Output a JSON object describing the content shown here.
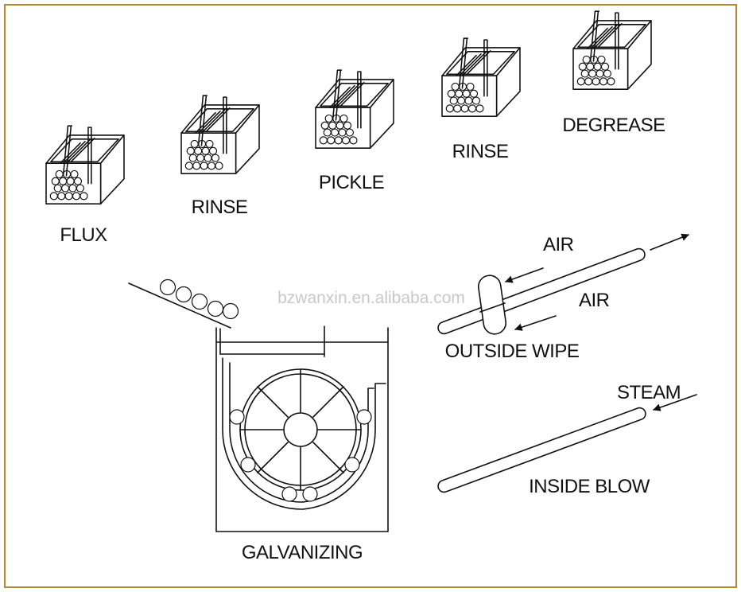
{
  "colors": {
    "border": "#b08b2e",
    "ink": "#111111",
    "watermark": "#c8c8c8"
  },
  "tanks": [
    {
      "label": "FLUX"
    },
    {
      "label": "RINSE"
    },
    {
      "label": "PICKLE"
    },
    {
      "label": "RINSE"
    },
    {
      "label": "DEGREASE"
    }
  ],
  "galvanizing": {
    "label": "GALVANIZING"
  },
  "outside_wipe": {
    "label": "OUTSIDE WIPE",
    "air_label_top": "AIR",
    "air_label_side": "AIR"
  },
  "inside_blow": {
    "label": "INSIDE BLOW",
    "steam_label": "STEAM"
  },
  "watermark": "bzwanxin.en.alibaba.com"
}
